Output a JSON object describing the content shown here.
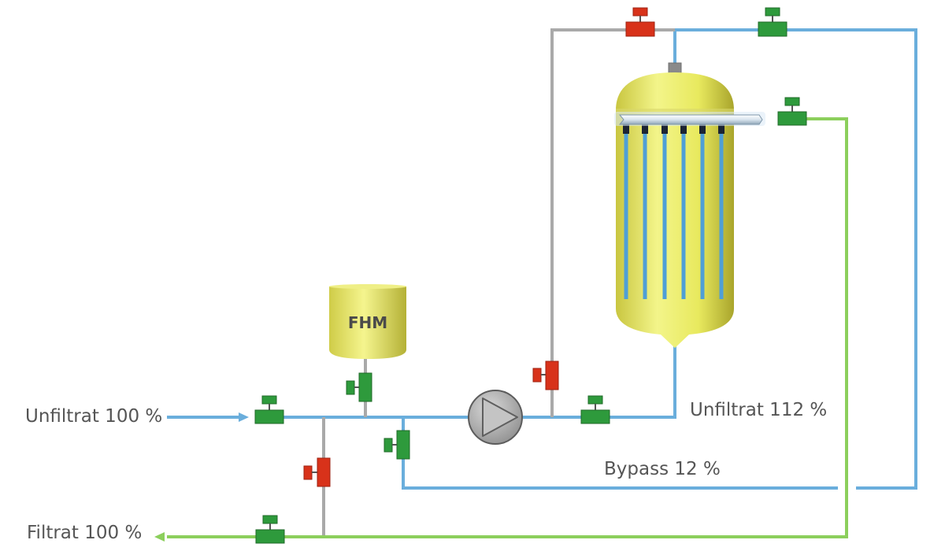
{
  "labels": {
    "unfiltrat_in": "Unfiltrat 100 %",
    "unfiltrat_out": "Unfiltrat 112 %",
    "bypass": "Bypass 12 %",
    "filtrat_out": "Filtrat 100 %",
    "fhm_tank": "FHM"
  },
  "colors": {
    "unfiltrat_pipe": "#6aaedc",
    "filtrat_pipe": "#8ccf5c",
    "bypass_gray_pipe": "#a9a9a9",
    "valve_open": "#2e9a3c",
    "valve_closed": "#d8321a",
    "vessel_body": "#e6e85a"
  },
  "valves": [
    {
      "id": "inlet",
      "state": "open"
    },
    {
      "id": "fhm-dosing",
      "state": "open"
    },
    {
      "id": "bypass-branch",
      "state": "open"
    },
    {
      "id": "filtrate-drain-branch",
      "state": "closed"
    },
    {
      "id": "recirc-riser",
      "state": "closed"
    },
    {
      "id": "pump-outlet",
      "state": "open"
    },
    {
      "id": "top-gray",
      "state": "closed"
    },
    {
      "id": "top-blue",
      "state": "open"
    },
    {
      "id": "filtrate-header",
      "state": "open"
    },
    {
      "id": "filtrate-outlet",
      "state": "open"
    }
  ]
}
